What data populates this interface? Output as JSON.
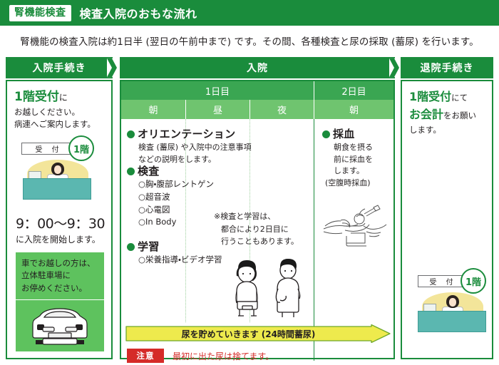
{
  "header": {
    "badge": "腎機能検査",
    "title": "検査入院のおもな流れ"
  },
  "lead": "腎機能の検査入院は約1日半 (翌日の午前中まで) です。その間、各種検査と尿の採取 (蓄尿) を行います。",
  "stages": [
    {
      "label": "入院手続き"
    },
    {
      "label": "入院"
    },
    {
      "label": "退院手続き"
    }
  ],
  "left_column": {
    "intro_strong": "1階受付",
    "intro_tail": "に",
    "intro_line2": "お越しください。",
    "intro_line3": "病連へご案内します。",
    "reception_sign": "受 付",
    "floor_badge": "1階",
    "time_big": "9：00〜9：30",
    "time_sub": "に入院を開始します。",
    "note_line1": "車でお越しの方は、",
    "note_line2": "立体駐車場に",
    "note_line3": "お停めください。"
  },
  "middle_column": {
    "day_headers": [
      {
        "label": "1日目"
      },
      {
        "label": "2日目"
      }
    ],
    "time_headers": [
      {
        "label": "朝"
      },
      {
        "label": "昼"
      },
      {
        "label": "夜"
      },
      {
        "label": "朝"
      }
    ],
    "day1_items": [
      {
        "title": "オリエンテーション",
        "desc_line1": "検査 (蓄尿) や入院中の注意事項",
        "desc_line2": "などの説明をします。"
      },
      {
        "title": "検査",
        "subitems": [
          "○胸・腹部レントゲン",
          "○超音波",
          "○心電図",
          "○In Body"
        ]
      },
      {
        "title": "学習",
        "subitems": [
          "○栄養指導・ビデオ学習"
        ]
      }
    ],
    "side_note_line1": "※検査と学習は、",
    "side_note_line2": "都合により2日目に",
    "side_note_line3": "行うこともあります。",
    "day2_item": {
      "title": "採血",
      "desc_line1": "朝食を摂る",
      "desc_line2": "前に採血を",
      "desc_line3": "します。",
      "desc_line4": "(空腹時採血)"
    },
    "urine_banner": "尿を貯めていきます (24時間蓄尿)",
    "caution_badge": "注意",
    "caution_text": "最初に出た尿は捨てます。"
  },
  "right_column": {
    "line1_strong": "1階受付",
    "line1_tail": "にて",
    "line2_strong": "お会計",
    "line2_tail": "をお願い",
    "line3": "します。",
    "reception_sign": "受 付",
    "floor_badge": "1階"
  },
  "colors": {
    "brand_green": "#1a8c3c",
    "header_green": "#3aa652",
    "light_green": "#6fc46f",
    "note_green": "#5ec25e",
    "banner_yellow": "#eeea4d",
    "caution_red": "#d52b28",
    "desk_teal": "#5bb7b0",
    "sun_yellow": "#f3e59a"
  }
}
